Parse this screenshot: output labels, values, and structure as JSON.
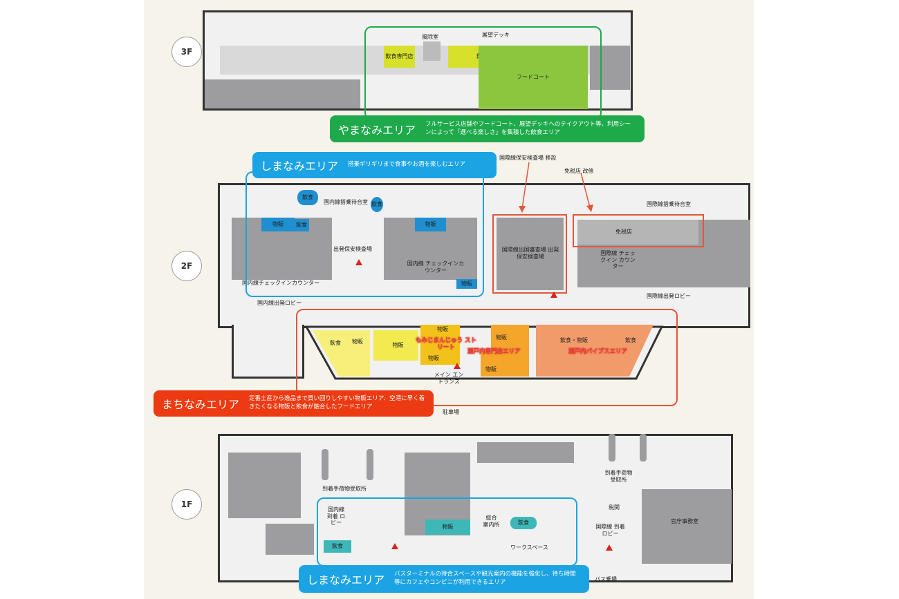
{
  "floors": {
    "f3": "3F",
    "f2": "2F",
    "f1": "1F"
  },
  "areas": {
    "yamanami": {
      "title": "やまなみエリア",
      "desc": "フルサービス店舗やフードコート、展望デッキへのテイクアウト等、利用シーンによって「選べる楽しさ」を集積した飲食エリア",
      "color": "#1ea94a"
    },
    "shimanami2f": {
      "title": "しまなみエリア",
      "desc": "搭乗ギリギリまで食事やお酒を楽しむエリア",
      "color": "#1ba3e3"
    },
    "machinami": {
      "title": "まちなみエリア",
      "desc": "定番土産から逸品まで買い回りしやすい物販エリア、空港に早く着きたくなる物販と飲食が融合したフードエリア",
      "color": "#ec3a12"
    },
    "shimanami1f": {
      "title": "しまなみエリア",
      "desc": "バスターミナルの待合スペースや観光案内の機能を強化し、待ち時間等にカフェやコンビニが利用できるエリア",
      "color": "#1ba3e3"
    }
  },
  "f3": {
    "windroom": "風除室",
    "deck": "展望デッキ",
    "shop1": "飲食専門店",
    "shop2": "飲食専門店",
    "foodcourt": "フードコート"
  },
  "f2": {
    "intl_security_move": "国際線保安検査場 移設",
    "dutyfree_renov": "免税店 改修",
    "dom_wait": "国内線搭乗待合室",
    "intl_wait": "国際線搭乗待合室",
    "dutyfree": "免税店",
    "intl_immigration": "国際線出国審査場 出発保安検査場",
    "dom_security": "出発保安検査場",
    "dom_checkin_left": "国内線チェックインカウンター",
    "dom_checkin": "国内線 チェックインカウンター",
    "intl_checkin": "国際線 チェックイン カウンター",
    "dom_lobby": "国内線出発ロビー",
    "intl_lobby": "国際線出発ロビー",
    "food": "飲食",
    "goods": "物販",
    "food_goods": "飲食・物販",
    "momiji": "もみじまんじゅう ストリート",
    "setouchi_shop": "瀬戸内専門店エリア",
    "setouchi_pipe": "瀬戸内パイプスエリア",
    "main_entrance": "メイン エントランス",
    "parking": "駐車場"
  },
  "f1": {
    "baggage_left": "到着手荷物受取所",
    "baggage_right": "到着手荷物 受取所",
    "dom_arrival": "国内線 到着 ロビー",
    "intl_arrival": "国際線 到着ロビー",
    "customs": "税関",
    "info": "総合 案内所",
    "workspace": "ワークスペース",
    "gov_office": "官庁事務室",
    "bus": "バス乗場",
    "goods": "物販",
    "food": "飲食"
  }
}
